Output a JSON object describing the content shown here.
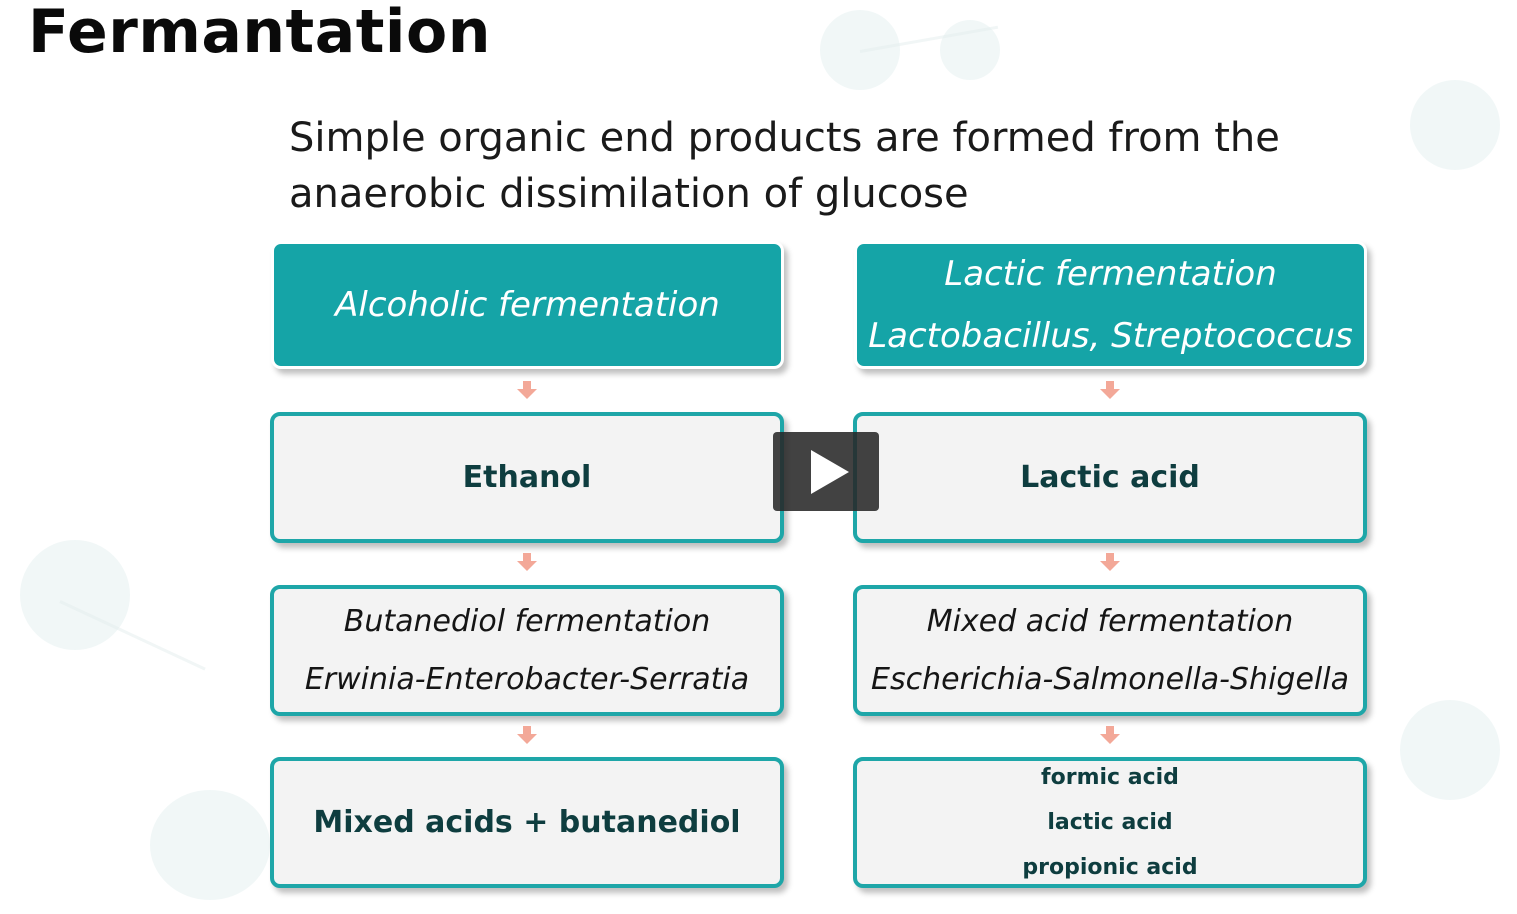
{
  "slide": {
    "title": "Fermantation",
    "subtitle": "Simple organic end products are formed from the anaerobic dissimilation of glucose"
  },
  "left_column": {
    "header": "Alcoholic fermentation",
    "product": "Ethanol",
    "pathway": {
      "name": "Butanediol fermentation",
      "organisms": "Erwinia-Enterobacter-Serratia"
    },
    "end_product": "Mixed acids + butanediol"
  },
  "right_column": {
    "header": {
      "name": "Lactic fermentation",
      "organisms": "Lactobacillus, Streptococcus"
    },
    "product": "Lactic acid",
    "pathway": {
      "name": "Mixed acid fermentation",
      "organisms": "Escherichia-Salmonella-Shigella"
    },
    "end_products": [
      "formic acid",
      "lactic acid",
      "propionic acid"
    ]
  },
  "player": {
    "control": "play-icon"
  },
  "colors": {
    "accent": "#15a4a7",
    "border": "#1ea6a8",
    "arrow": "#f3a898",
    "box_bg": "#f3f3f3"
  }
}
